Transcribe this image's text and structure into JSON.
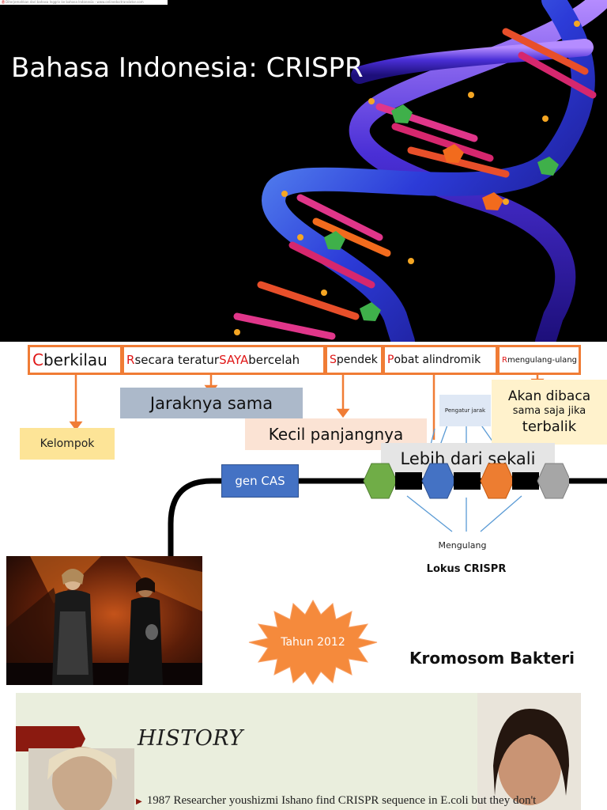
{
  "banner": {
    "text": "Diterjemahkan dari bahasa Inggris ke bahasa Indonesia - www.onlinedoctranslator.com"
  },
  "slide": {
    "title": "Bahasa Indonesia: CRISPR"
  },
  "acronym": [
    {
      "initial": "C",
      "rest": "berkilau"
    },
    {
      "initial": "R",
      "rest_a": "secara teratur",
      "mid": "SAYA",
      "rest_b": "bercelah"
    },
    {
      "initial": "S",
      "rest": "pendek"
    },
    {
      "initial": "P",
      "rest": "obat alindromik"
    },
    {
      "initial": "R",
      "rest": "mengulang-ulang"
    }
  ],
  "callouts": {
    "kelompok": "Kelompok",
    "jaraknya": "Jaraknya sama",
    "kecil": "Kecil panjangnya",
    "lebih": "Lebih dari sekali",
    "pengatur": "Pengatur jarak",
    "akan_1": "Akan dibaca",
    "akan_2": "sama saja jika",
    "akan_3": "terbalik"
  },
  "diagram": {
    "gen_cas": "gen CAS",
    "mengulang": "Mengulang",
    "lokus": "Lokus CRISPR",
    "kromosom": "Kromosom Bakteri",
    "tahun": "Tahun 2012"
  },
  "history": {
    "title": "HISTORY",
    "item": "1987 Researcher youshizmi Ishano find CRISPR sequence in E.coli but they don't"
  },
  "colors": {
    "accent_orange": "#f07c35",
    "red_initial": "#e01717",
    "cas_blue": "#4472c4",
    "green_spacer": "#70ad47",
    "grey_spacer": "#a6a6a6"
  }
}
